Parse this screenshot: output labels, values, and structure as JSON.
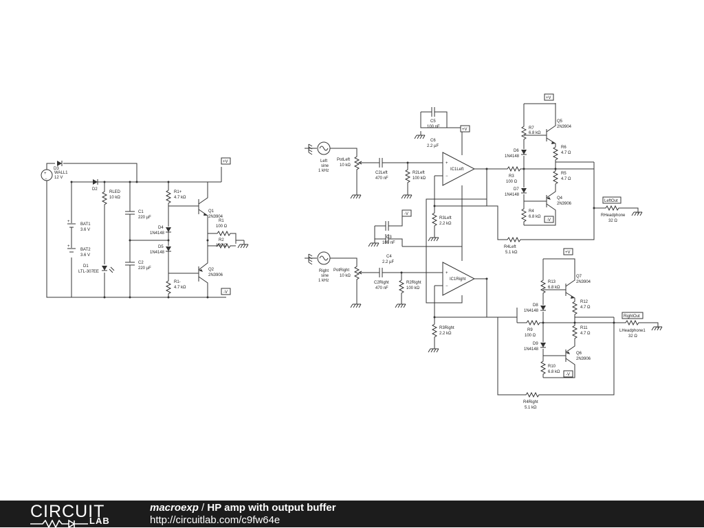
{
  "footer": {
    "logo_top": "CIRCUIT",
    "logo_bottom": "LAB",
    "user": "macroexp",
    "separator": " / ",
    "project": "HP amp with output buffer",
    "url": "http://circuitlab.com/c9fw64e"
  },
  "labels": {
    "wall1": "WALL1",
    "wall1_v": "12 V",
    "d3": "D3",
    "d2": "D2",
    "rled": "RLED",
    "rled_v": "10 kΩ",
    "bat1": "BAT1",
    "bat1_v": "3.6 V",
    "bat2": "BAT2",
    "bat2_v": "3.6 V",
    "d1": "D1",
    "d1_v": "LTL-307EE",
    "c1": "C1",
    "c1_v": "220 µF",
    "c2": "C2",
    "c2_v": "220 µF",
    "r1p": "R1+",
    "r1p_v": "4.7 kΩ",
    "d4": "D4",
    "d4_v": "1N4148",
    "d5": "D5",
    "d5_v": "1N4148",
    "r1m": "R1-",
    "r1m_v": "4.7 kΩ",
    "q1": "Q1",
    "q1_v": "2N3904",
    "q2": "Q2",
    "q2_v": "2N3906",
    "r1": "R1",
    "r1_v": "100 Ω",
    "r2": "R2",
    "r2_v": "100 Ω",
    "vplus": "+V",
    "vminus": "-V",
    "left_src": "Left",
    "left_src2": "sine",
    "left_src3": "1 kHz",
    "potleft": "PotLeft",
    "potleft_v": "10 kΩ",
    "c2left": "C2Left",
    "c2left_v": "470 nF",
    "r2left": "R2Left",
    "r2left_v": "100 kΩ",
    "c5": "C5",
    "c5_v": "100 nF",
    "c6": "C6",
    "c6_v": "2.2 µF",
    "ic1left": "IC1Left",
    "r3left": "R3Left",
    "r3left_v": "2.2 kΩ",
    "c3": "C3",
    "c3_v": "100 nF",
    "c4": "C4",
    "c4_v": "2.2 µF",
    "r4left": "R4Left",
    "r4left_v": "5.1 kΩ",
    "r7": "R7",
    "r7_v": "6.8 kΩ",
    "q5": "Q5",
    "q5_v": "2N3904",
    "d6": "D6",
    "d6_v": "1N4148",
    "r6": "R6",
    "r6_v": "4.7 Ω",
    "r3": "R3",
    "r3_v": "100 Ω",
    "r5": "R5",
    "r5_v": "4.7 Ω",
    "d7": "D7",
    "d7_v": "1N4148",
    "q4": "Q4",
    "q4_v": "2N3906",
    "r4": "R4",
    "r4_v": "6.8 kΩ",
    "leftout": "LeftOut",
    "rheadphone": "RHeadphone",
    "rheadphone_v": "32 Ω",
    "right_src": "Right",
    "right_src2": "sine",
    "right_src3": "1 kHz",
    "potright": "PotRight",
    "potright_v": "10 kΩ",
    "c2right": "C2Right",
    "c2right_v": "470 nF",
    "r2right": "R2Right",
    "r2right_v": "100 kΩ",
    "ic1right": "IC1Right",
    "r3right": "R3Right",
    "r3right_v": "2.2 kΩ",
    "r4right": "R4Right",
    "r4right_v": "5.1 kΩ",
    "r13": "R13",
    "r13_v": "6.8 kΩ",
    "q7": "Q7",
    "q7_v": "2N3904",
    "d8": "D8",
    "d8_v": "1N4148",
    "r12": "R12",
    "r12_v": "4.7 Ω",
    "r9": "R9",
    "r9_v": "100 Ω",
    "r11": "R11",
    "r11_v": "4.7 Ω",
    "d9": "D9",
    "d9_v": "1N4148",
    "q6": "Q6",
    "q6_v": "2N3906",
    "r10": "R10",
    "r10_v": "6.8 kΩ",
    "rightout": "RightOut",
    "lheadphone": "LHeadphone1",
    "lheadphone_v": "32 Ω",
    "plus": "+",
    "minus": "−"
  }
}
